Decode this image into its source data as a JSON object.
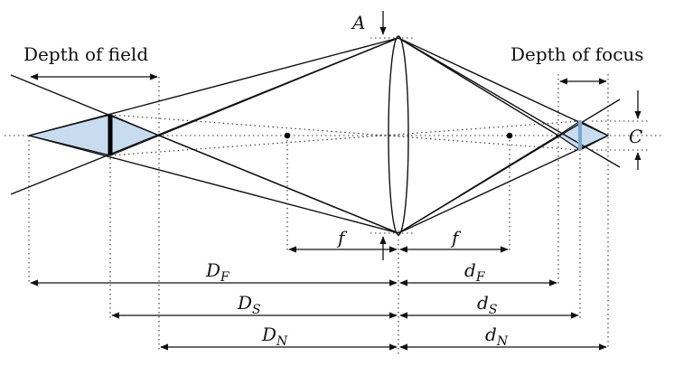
{
  "labels": {
    "aperture": "A",
    "circle_of_confusion": "C",
    "depth_of_field": "Depth of field",
    "depth_of_focus": "Depth of focus",
    "focal_length_object": "f",
    "focal_length_image": "f",
    "far_object_distance": {
      "main": "D",
      "sub": "F"
    },
    "subject_distance": {
      "main": "D",
      "sub": "S"
    },
    "near_object_distance": {
      "main": "D",
      "sub": "N"
    },
    "far_image_distance": {
      "main": "d",
      "sub": "F"
    },
    "subject_image_distance": {
      "main": "d",
      "sub": "S"
    },
    "near_image_distance": {
      "main": "d",
      "sub": "N"
    }
  },
  "colors": {
    "line": "#111111",
    "zone_fill": "#c8dcf0"
  }
}
